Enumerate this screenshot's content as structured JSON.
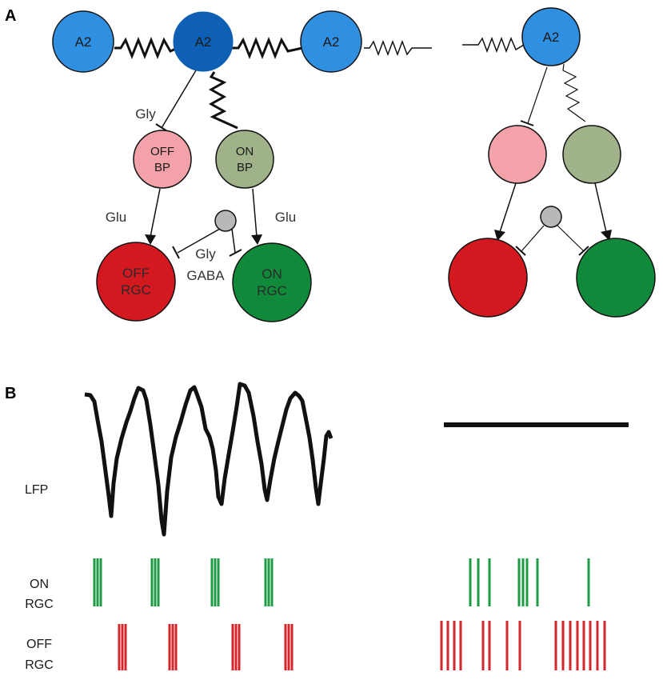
{
  "panel_a": {
    "label": "A",
    "a2_cells": [
      "A2",
      "A2",
      "A2",
      "A2"
    ],
    "off_bp": [
      "OFF",
      "BP"
    ],
    "on_bp": [
      "ON",
      "BP"
    ],
    "off_rgc": [
      "OFF",
      "RGC"
    ],
    "on_rgc": [
      "ON",
      "RGC"
    ],
    "gly_top": "Gly",
    "glu_left": "Glu",
    "glu_right": "Glu",
    "gly_inhib": "Gly",
    "gaba": "GABA"
  },
  "panel_b": {
    "label": "B",
    "lfp_label": "LFP",
    "on_label": [
      "ON",
      "RGC"
    ],
    "off_label": [
      "OFF",
      "RGC"
    ]
  },
  "colors": {
    "a2_light": "#2f8fe0",
    "a2_dark": "#0f5fb4",
    "off_bp": "#f2a2a8",
    "on_bp": "#9fb28a",
    "off_rgc": "#d3181f",
    "on_rgc": "#108a3a",
    "interneuron": "#b8b8b8",
    "on_spike": "#1f9b45",
    "off_spike": "#d3262b"
  }
}
